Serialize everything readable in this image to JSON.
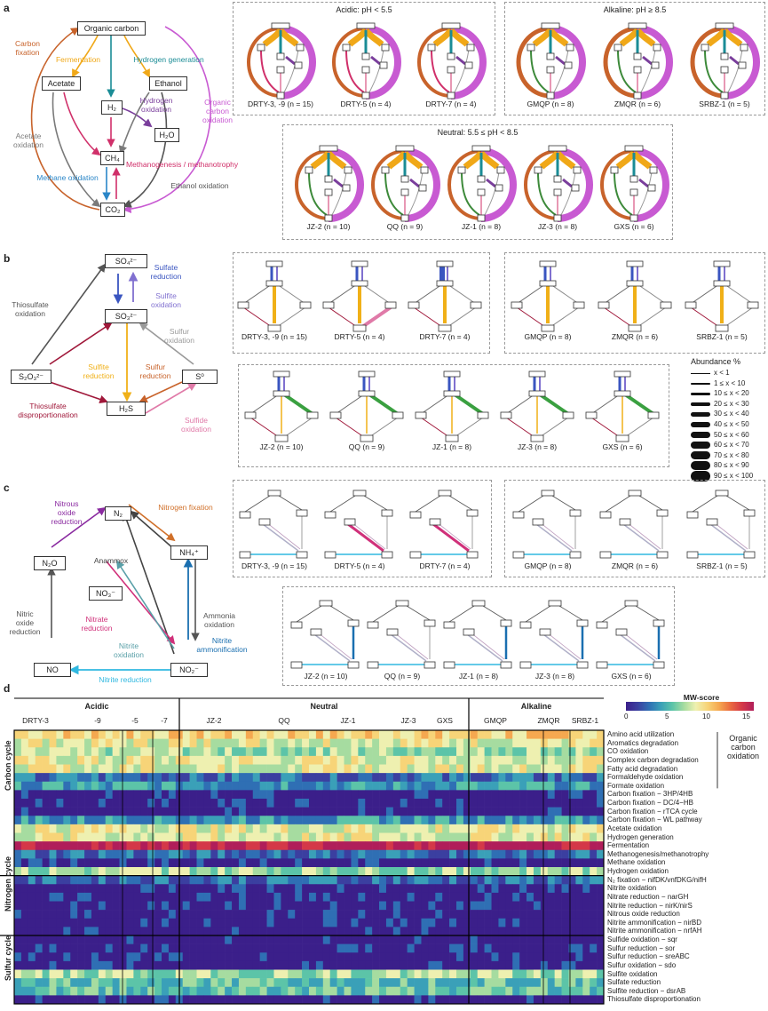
{
  "panels": {
    "a": "a",
    "b": "b",
    "c": "c",
    "d": "d"
  },
  "carbon_diagram": {
    "nodes": {
      "organic_carbon": "Organic carbon",
      "acetate": "Acetate",
      "ethanol": "Ethanol",
      "h2": "H₂",
      "h2o": "H₂O",
      "ch4": "CH₄",
      "co2": "CO₂"
    },
    "labels": {
      "carbon_fixation": "Carbon\nfixation",
      "fermentation": "Fermentation",
      "hydrogen_generation": "Hydrogen generation",
      "hydrogen_oxidation": "Hydrogen\noxidation",
      "organic_carbon_oxidation": "Organic\ncarbon\noxidation",
      "acetate_oxidation": "Acetate\noxidation",
      "methanogenesis": "Methanogenesis / methanotrophy",
      "methane_oxidation": "Methane oxidation",
      "ethanol_oxidation": "Ethanol oxidation"
    },
    "colors": {
      "carbon_fixation": "#c8632b",
      "fermentation": "#f0a818",
      "hydrogen_generation": "#1a8c96",
      "hydrogen_oxidation": "#7a3e9c",
      "organic_carbon_oxidation": "#c85ad2",
      "acetate_oxidation": "#7a7a7a",
      "methanogenesis": "#d0306a",
      "methane_oxidation": "#2a86c8",
      "ethanol_oxidation": "#555555",
      "acetate_path": "#d0306a",
      "green": "#3d8a3a"
    }
  },
  "sulfur_diagram": {
    "nodes": {
      "so4": "SO₄²⁻",
      "so3": "SO₃²⁻",
      "s2o3": "S₂O₃²⁻",
      "s0": "S⁰",
      "h2s": "H₂S"
    },
    "labels": {
      "sulfate_reduction": "Sulfate\nreduction",
      "sulfite_oxidation": "Sulfite\noxidation",
      "thiosulfate_oxidation": "Thiosulfate\noxidation",
      "sulfur_oxidation": "Sulfur\noxidation",
      "sulfite_reduction": "Sulfite\nreduction",
      "sulfur_reduction": "Sulfur\nreduction",
      "thiosulfate_disproportionation": "Thiosulfate\ndisproportionation",
      "sulfide_oxidation": "Sulfide\noxidation"
    },
    "colors": {
      "sulfate_reduction": "#3a55c0",
      "sulfite_oxidation": "#8070d0",
      "thiosulfate_oxidation": "#555555",
      "sulfur_oxidation": "#9a9a9a",
      "sulfite_reduction": "#f0b018",
      "sulfur_reduction": "#c8632b",
      "thiosulfate_disproportionation": "#a0183a",
      "sulfide_oxidation": "#e07aa8",
      "green": "#3aa040"
    }
  },
  "nitrogen_diagram": {
    "nodes": {
      "n2": "N₂",
      "n2o": "N₂O",
      "nh4": "NH₄⁺",
      "no3": "NO₃⁻",
      "no": "NO",
      "no2": "NO₂⁻"
    },
    "labels": {
      "nitrous_oxide_reduction": "Nitrous\noxide\nreduction",
      "nitrogen_fixation": "Nitrogen fixation",
      "anammox": "Anammox",
      "nitric_oxide_reduction": "Nitric\noxide\nreduction",
      "nitrate_reduction": "Nitrate\nreduction",
      "nitrite_oxidation": "Nitrite\noxidation",
      "ammonia_oxidation": "Ammonia\noxidation",
      "nitrite_ammonification": "Nitrite\nammonification",
      "nitrite_reduction": "Nitrite reduction"
    },
    "colors": {
      "nitrous_oxide_reduction": "#8a2aa0",
      "nitrogen_fixation": "#d0702a",
      "anammox": "#444444",
      "nitric_oxide_reduction": "#555555",
      "nitrate_reduction": "#d0307a",
      "nitrite_oxidation": "#5aa0a8",
      "ammonia_oxidation": "#555555",
      "nitrite_ammonification": "#1a6fb0",
      "nitrite_reduction": "#30b8e0"
    }
  },
  "groups": {
    "acidic_title": "Acidic: pH < 5.5",
    "alkaline_title": "Alkaline: pH ≥ 8.5",
    "neutral_title": "Neutral: 5.5 ≤ pH < 8.5"
  },
  "sites": {
    "acidic": [
      "DRTY-3, -9 (n = 15)",
      "DRTY-5 (n = 4)",
      "DRTY-7 (n = 4)"
    ],
    "alkaline": [
      "GMQP (n = 8)",
      "ZMQR (n = 6)",
      "SRBZ-1 (n = 5)"
    ],
    "neutral": [
      "JZ-2 (n = 10)",
      "QQ (n = 9)",
      "JZ-1 (n = 8)",
      "JZ-3 (n = 8)",
      "GXS (n = 6)"
    ]
  },
  "abundance_legend": {
    "title": "Abundance %",
    "rows": [
      "x < 1",
      "1 ≤ x < 10",
      "10 ≤ x < 20",
      "20 ≤ x < 30",
      "30 ≤ x < 40",
      "40 ≤ x < 50",
      "50 ≤ x < 60",
      "60 ≤ x < 70",
      "70 ≤ x < 80",
      "80 ≤ x < 90",
      "90 ≤ x < 100"
    ]
  },
  "heatmap": {
    "groups": [
      "Acidic",
      "Neutral",
      "Alkaline"
    ],
    "subgroups": [
      "DRTY-3",
      "-9",
      "-5",
      "-7",
      "JZ-2",
      "QQ",
      "JZ-1",
      "JZ-3",
      "GXS",
      "GMQP",
      "ZMQR",
      "SRBZ-1"
    ],
    "colorbar_title": "MW-score",
    "colorbar_ticks": [
      "0",
      "5",
      "10",
      "15"
    ],
    "cycles": [
      "Carbon cycle",
      "Nitrogen cycle",
      "Sulfur cycle"
    ],
    "organic_oxidation_bracket": "Organic\ncarbon\noxidation",
    "rows": [
      "Amino acid utilization",
      "Aromatics degradation",
      "CO oxidation",
      "Complex carbon degradation",
      "Fatty acid degradation",
      "Formaldehyde oxidation",
      "Formate oxidation",
      "Carbon fixation − 3HP/4HB",
      "Carbon fixation − DC/4−HB",
      "Carbon fixation − rTCA cycle",
      "Carbon fixation − WL pathway",
      "Acetate oxidation",
      "Hydrogen generation",
      "Fermentation",
      "Methanogenesis/methanotrophy",
      "Methane oxidation",
      "Hydrogen oxidation",
      "N₂ fixation − nifDK/vnfDKG/nifH",
      "Nitrite oxidation",
      "Nitrate reduction − narGH",
      "Nitrite reduction − nirK/nirS",
      "Nitrous oxide reduction",
      "Nitrite ammonification − nirBD",
      "Nitrite ammonification − nrfAH",
      "Sulfide oxidation − sqr",
      "Sulfur reduction − sor",
      "Sulfur reduction − sreABC",
      "Sulfur oxidation − sdo",
      "Sulfite oxidation",
      "Sulfate reduction",
      "Sulfite reduction − dsrAB",
      "Thiosulfate disproportionation"
    ],
    "row_level": [
      7,
      6,
      5,
      6,
      6,
      2,
      3,
      1,
      1,
      1,
      3,
      6,
      6,
      11,
      2,
      1,
      5,
      2,
      1,
      1,
      1,
      1,
      1,
      1,
      1,
      1,
      1,
      1,
      5,
      4,
      4,
      1
    ]
  }
}
